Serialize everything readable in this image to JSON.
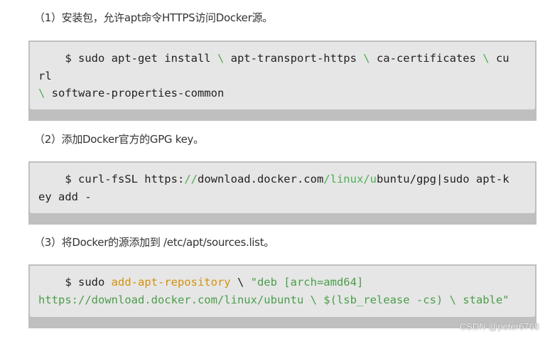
{
  "steps": [
    {
      "heading": "（1）安装包，允许apt命令HTTPS访问Docker源。",
      "code_lines": [
        [
          {
            "t": "    $ sudo apt-get install ",
            "c": "plain"
          },
          {
            "t": "\\",
            "c": "green"
          },
          {
            "t": " apt-transport-https ",
            "c": "plain"
          },
          {
            "t": "\\",
            "c": "green"
          },
          {
            "t": " ca-certificates ",
            "c": "plain"
          },
          {
            "t": "\\",
            "c": "green"
          },
          {
            "t": " cu",
            "c": "plain"
          }
        ],
        [
          {
            "t": "rl",
            "c": "plain"
          }
        ],
        [
          {
            "t": "\\",
            "c": "green"
          },
          {
            "t": " software-properties-common",
            "c": "plain"
          }
        ]
      ]
    },
    {
      "heading": "（2）添加Docker官方的GPG key。",
      "code_lines": [
        [
          {
            "t": "    $ curl-fsSL https:",
            "c": "plain"
          },
          {
            "t": "//",
            "c": "green"
          },
          {
            "t": "download.docker.com",
            "c": "plain"
          },
          {
            "t": "/linux/u",
            "c": "green"
          },
          {
            "t": "buntu/gpg|sudo apt-k",
            "c": "plain"
          }
        ],
        [
          {
            "t": "ey add -",
            "c": "plain"
          }
        ]
      ]
    },
    {
      "heading": "（3）将Docker的源添加到 /etc/apt/sources.list。",
      "code_lines": [
        [
          {
            "t": "    $ sudo ",
            "c": "plain"
          },
          {
            "t": "add-apt-repository",
            "c": "orange"
          },
          {
            "t": " \\ ",
            "c": "plain"
          },
          {
            "t": "\"deb [arch=amd64]",
            "c": "string"
          }
        ],
        [
          {
            "t": "https://download.docker.com/linux/ubuntu \\ $(lsb_release -cs) \\ stable\"",
            "c": "string"
          }
        ]
      ]
    }
  ],
  "watermark": "CSDN @peter6768",
  "colors": {
    "code_bg": "#e6e6e6",
    "code_outer": "#bfbfbf",
    "green": "#4caf50",
    "orange": "#d4920a",
    "string": "#4a9e4a"
  }
}
